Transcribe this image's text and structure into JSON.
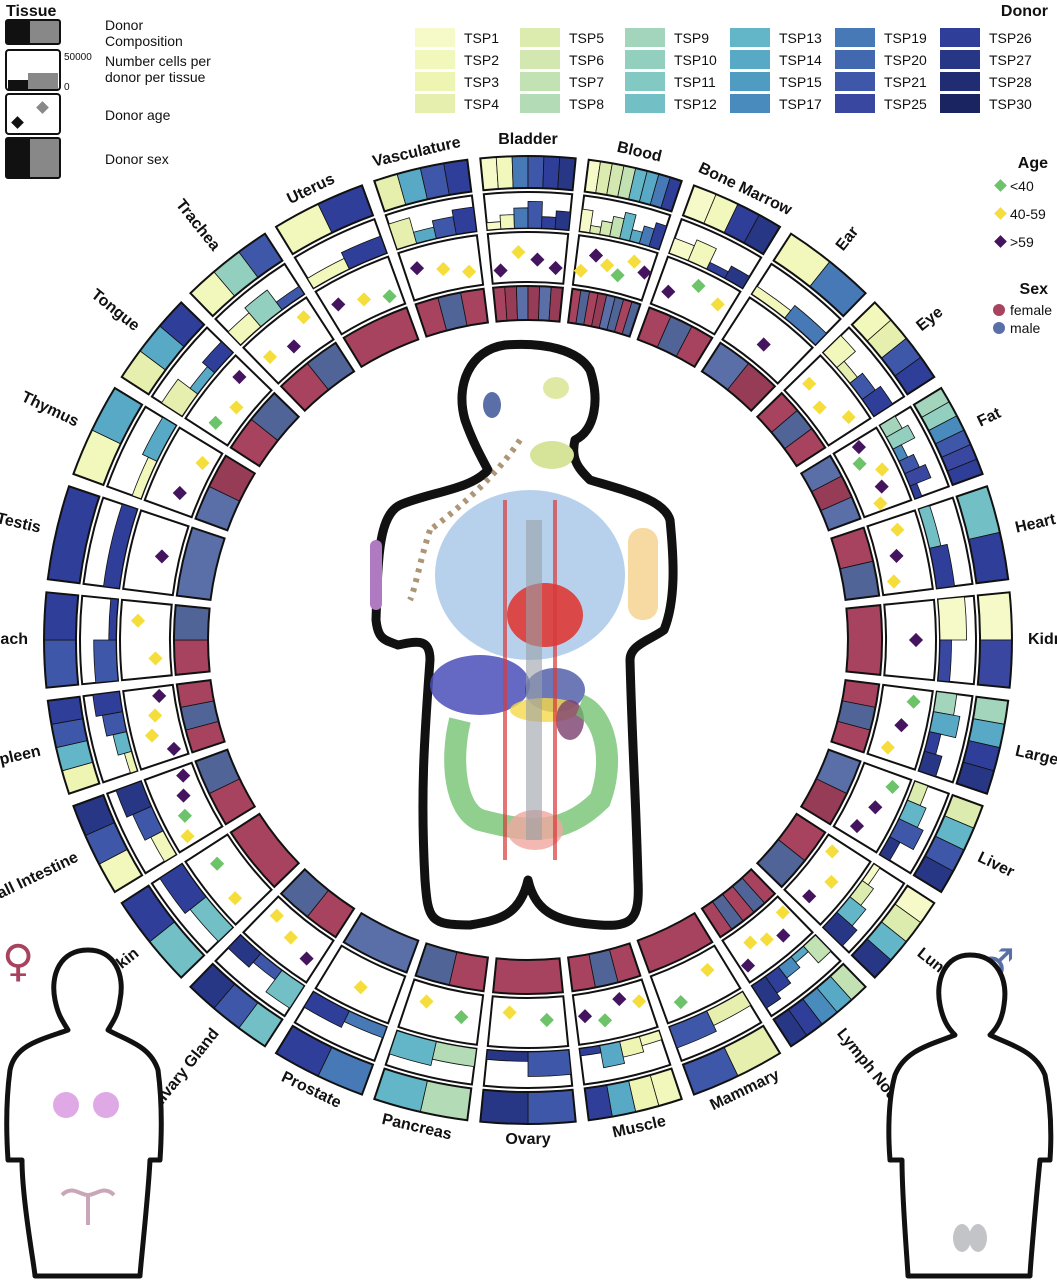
{
  "legend": {
    "tissue_header": "Tissue",
    "items": [
      {
        "label": "Donor Composition"
      },
      {
        "label": "Number cells per donor per tissue",
        "scale_max": "50000",
        "scale_min": "0"
      },
      {
        "label": "Donor age"
      },
      {
        "label": "Donor sex"
      }
    ]
  },
  "donor_legend": {
    "title": "Donor",
    "donors": [
      {
        "id": "TSP1",
        "color": "#f6f9c8"
      },
      {
        "id": "TSP2",
        "color": "#f2f7bc"
      },
      {
        "id": "TSP3",
        "color": "#eef4b2"
      },
      {
        "id": "TSP4",
        "color": "#e6efae"
      },
      {
        "id": "TSP5",
        "color": "#dcecae"
      },
      {
        "id": "TSP6",
        "color": "#d2e8b0"
      },
      {
        "id": "TSP7",
        "color": "#c3e2b3"
      },
      {
        "id": "TSP8",
        "color": "#b2dbb6"
      },
      {
        "id": "TSP9",
        "color": "#a2d5bb"
      },
      {
        "id": "TSP10",
        "color": "#92cfbf"
      },
      {
        "id": "TSP11",
        "color": "#82c8c3"
      },
      {
        "id": "TSP12",
        "color": "#72c0c6"
      },
      {
        "id": "TSP13",
        "color": "#63b5c8"
      },
      {
        "id": "TSP14",
        "color": "#58a9c6"
      },
      {
        "id": "TSP15",
        "color": "#4f9bc2"
      },
      {
        "id": "TSP17",
        "color": "#4a8bbd"
      },
      {
        "id": "TSP19",
        "color": "#4679b6"
      },
      {
        "id": "TSP20",
        "color": "#4268af"
      },
      {
        "id": "TSP21",
        "color": "#3e57a8"
      },
      {
        "id": "TSP25",
        "color": "#3a47a1"
      },
      {
        "id": "TSP26",
        "color": "#2f3e98"
      },
      {
        "id": "TSP27",
        "color": "#283686"
      },
      {
        "id": "TSP28",
        "color": "#212d72"
      },
      {
        "id": "TSP30",
        "color": "#1a2460"
      }
    ]
  },
  "age_legend": {
    "title": "Age",
    "groups": [
      {
        "label": "<40",
        "color": "#6cc36a"
      },
      {
        "label": "40-59",
        "color": "#f5de3c"
      },
      {
        "label": ">59",
        "color": "#44145f"
      }
    ]
  },
  "sex_legend": {
    "title": "Sex",
    "groups": [
      {
        "label": "female",
        "color": "#a8435f"
      },
      {
        "label": "male",
        "color": "#5a6fa8"
      }
    ]
  },
  "tissues": [
    {
      "name": "Bladder",
      "donors": [
        "TSP1",
        "TSP2",
        "TSP19",
        "TSP21",
        "TSP26",
        "TSP27"
      ],
      "ages": [
        ">59",
        "40-59",
        ">59",
        ">59"
      ],
      "sexes": [
        "female",
        "female",
        "male",
        "female",
        "male",
        "female"
      ]
    },
    {
      "name": "Blood",
      "donors": [
        "TSP1",
        "TSP5",
        "TSP6",
        "TSP7",
        "TSP13",
        "TSP14",
        "TSP19",
        "TSP26"
      ],
      "ages": [
        "40-59",
        ">59",
        "40-59",
        "<40",
        "40-59",
        ">59"
      ],
      "sexes": [
        "female",
        "male",
        "female",
        "female",
        "male",
        "male",
        "female",
        "male"
      ]
    },
    {
      "name": "Bone Marrow",
      "donors": [
        "TSP1",
        "TSP2",
        "TSP26",
        "TSP27"
      ],
      "ages": [
        ">59",
        "<40",
        "40-59"
      ],
      "sexes": [
        "female",
        "male",
        "female"
      ]
    },
    {
      "name": "Ear",
      "donors": [
        "TSP2",
        "TSP19"
      ],
      "ages": [
        ">59"
      ],
      "sexes": [
        "male",
        "female"
      ]
    },
    {
      "name": "Eye",
      "donors": [
        "TSP2",
        "TSP4",
        "TSP21",
        "TSP26"
      ],
      "ages": [
        "40-59",
        "40-59",
        "40-59"
      ],
      "sexes": [
        "female",
        "male",
        "female"
      ]
    },
    {
      "name": "Fat",
      "donors": [
        "TSP9",
        "TSP10",
        "TSP17",
        "TSP21",
        "TSP25",
        "TSP26"
      ],
      "ages": [
        ">59",
        "<40",
        "40-59",
        ">59",
        "40-59"
      ],
      "sexes": [
        "male",
        "female",
        "male"
      ]
    },
    {
      "name": "Heart",
      "donors": [
        "TSP12",
        "TSP26"
      ],
      "ages": [
        "40-59",
        ">59",
        "40-59"
      ],
      "sexes": [
        "female",
        "male"
      ]
    },
    {
      "name": "Kidney",
      "donors": [
        "TSP1",
        "TSP25"
      ],
      "ages": [
        ">59"
      ],
      "sexes": [
        "female"
      ]
    },
    {
      "name": "Large Intestine",
      "donors": [
        "TSP9",
        "TSP14",
        "TSP26",
        "TSP27"
      ],
      "ages": [
        "<40",
        ">59",
        "40-59"
      ],
      "sexes": [
        "female",
        "male",
        "female"
      ]
    },
    {
      "name": "Liver",
      "donors": [
        "TSP5",
        "TSP13",
        "TSP21",
        "TSP27"
      ],
      "ages": [
        "<40",
        ">59",
        ">59"
      ],
      "sexes": [
        "male",
        "female"
      ]
    },
    {
      "name": "Lung",
      "donors": [
        "TSP1",
        "TSP5",
        "TSP13",
        "TSP27"
      ],
      "ages": [
        "40-59",
        "40-59",
        ">59"
      ],
      "sexes": [
        "female",
        "male"
      ]
    },
    {
      "name": "Lymph Node",
      "donors": [
        "TSP7",
        "TSP14",
        "TSP17",
        "TSP26",
        "TSP27"
      ],
      "ages": [
        "40-59",
        ">59",
        "40-59",
        "40-59",
        ">59"
      ],
      "sexes": [
        "female",
        "male",
        "female",
        "male",
        "female"
      ]
    },
    {
      "name": "Mammary",
      "donors": [
        "TSP4",
        "TSP21"
      ],
      "ages": [
        "40-59",
        "<40"
      ],
      "sexes": [
        "female"
      ]
    },
    {
      "name": "Muscle",
      "donors": [
        "TSP2",
        "TSP3",
        "TSP14",
        "TSP26"
      ],
      "ages": [
        "40-59",
        ">59",
        "<40",
        ">59"
      ],
      "sexes": [
        "female",
        "male",
        "female"
      ]
    },
    {
      "name": "Ovary",
      "donors": [
        "TSP21",
        "TSP27"
      ],
      "ages": [
        "<40",
        "40-59"
      ],
      "sexes": [
        "female"
      ]
    },
    {
      "name": "Pancreas",
      "donors": [
        "TSP8",
        "TSP13"
      ],
      "ages": [
        "<40",
        "40-59"
      ],
      "sexes": [
        "female",
        "male"
      ]
    },
    {
      "name": "Prostate",
      "donors": [
        "TSP19",
        "TSP26"
      ],
      "ages": [
        "40-59"
      ],
      "sexes": [
        "male"
      ]
    },
    {
      "name": "Salivary Gland",
      "donors": [
        "TSP12",
        "TSP21",
        "TSP27"
      ],
      "ages": [
        ">59",
        "40-59",
        "40-59"
      ],
      "sexes": [
        "female",
        "male"
      ]
    },
    {
      "name": "Skin",
      "donors": [
        "TSP12",
        "TSP26"
      ],
      "ages": [
        "40-59",
        "<40"
      ],
      "sexes": [
        "female"
      ]
    },
    {
      "name": "Small Intestine",
      "donors": [
        "TSP2",
        "TSP21",
        "TSP27"
      ],
      "ages": [
        "40-59",
        "<40",
        ">59",
        ">59"
      ],
      "sexes": [
        "female",
        "male"
      ]
    },
    {
      "name": "Spleen",
      "donors": [
        "TSP3",
        "TSP13",
        "TSP21",
        "TSP26"
      ],
      "ages": [
        ">59",
        "40-59",
        "40-59",
        ">59"
      ],
      "sexes": [
        "female",
        "male",
        "female"
      ]
    },
    {
      "name": "Stomach",
      "donors": [
        "TSP21",
        "TSP26"
      ],
      "ages": [
        "40-59",
        "40-59"
      ],
      "sexes": [
        "female",
        "male"
      ]
    },
    {
      "name": "Testis",
      "donors": [
        "TSP26"
      ],
      "ages": [
        ">59"
      ],
      "sexes": [
        "male"
      ]
    },
    {
      "name": "Thymus",
      "donors": [
        "TSP2",
        "TSP14"
      ],
      "ages": [
        ">59",
        "40-59"
      ],
      "sexes": [
        "male",
        "female"
      ]
    },
    {
      "name": "Tongue",
      "donors": [
        "TSP4",
        "TSP14",
        "TSP26"
      ],
      "ages": [
        "<40",
        "40-59",
        ">59"
      ],
      "sexes": [
        "female",
        "male"
      ]
    },
    {
      "name": "Trachea",
      "donors": [
        "TSP2",
        "TSP10",
        "TSP21"
      ],
      "ages": [
        "40-59",
        ">59",
        "40-59"
      ],
      "sexes": [
        "female",
        "male"
      ]
    },
    {
      "name": "Uterus",
      "donors": [
        "TSP2",
        "TSP26"
      ],
      "ages": [
        ">59",
        "40-59",
        "<40"
      ],
      "sexes": [
        "female"
      ]
    },
    {
      "name": "Vasculature",
      "donors": [
        "TSP4",
        "TSP14",
        "TSP21",
        "TSP26"
      ],
      "ages": [
        ">59",
        "40-59",
        "40-59"
      ],
      "sexes": [
        "female",
        "male",
        "female"
      ]
    }
  ],
  "female_symbol": "♀",
  "male_symbol": "♂"
}
